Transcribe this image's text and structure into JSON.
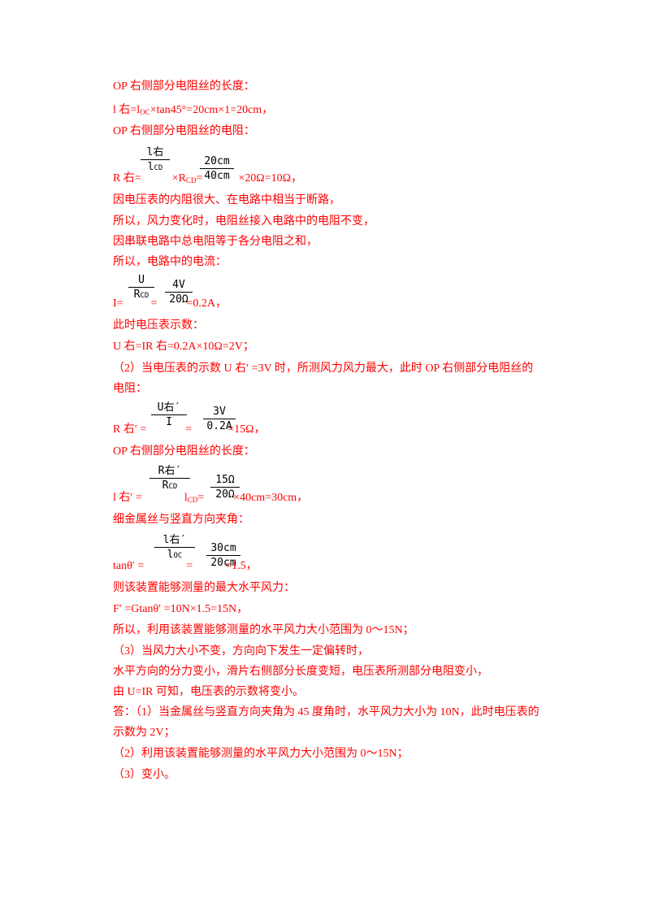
{
  "lines": [
    "OP 右侧部分电阻丝的长度：",
    "l 右=l",
    "OC",
    "×tan45°=20cm×1=20cm，",
    "OP 右侧部分电阻丝的电阻：",
    "R 右=",
    "×R",
    "CD",
    "=",
    "×20Ω=10Ω，",
    "因电压表的内阻很大、在电路中相当于断路，",
    "所以，风力变化时，电阻丝接入电路中的电阻不变，",
    "因串联电路中总电阻等于各分电阻之和，",
    "所以，电路中的电流：",
    "I=",
    "=",
    "=0.2A，",
    "此时电压表示数：",
    "U 右=IR 右=0.2A×10Ω=2V；",
    "（2）当电压表的示数 U 右′ =3V 时，所测风力风力最大，此时 OP 右侧部分电阻丝的",
    "电阻：",
    "R 右′ =",
    "=",
    "=15Ω，",
    "OP 右侧部分电阻丝的长度：",
    "l 右′ =",
    "l",
    "CD",
    "=",
    "×40cm=30cm，",
    "细金属丝与竖直方向夹角：",
    "tanθ′ =",
    "=",
    "=1.5，",
    "则该装置能够测量的最大水平风力：",
    "F′ =Gtanθ′ =10N×1.5=15N，",
    "所以，利用该装置能够测量的水平风力大小范围为 0～15N；",
    "（3）当风力大小不变，方向向下发生一定偏转时，",
    "水平方向的分力变小，滑片右侧部分长度变短，电压表所测部分电阻变小，",
    "由 U=IR 可知，电压表的示数将变小。",
    "答：（1）当金属丝与竖直方向夹角为 45 度角时，水平风力大小为 10N，此时电压表的",
    "示数为 2V；",
    "（2）利用该装置能够测量的水平风力大小范围为 0～15N；",
    "（3）变小。"
  ],
  "fractions": [
    {
      "num": "l右",
      "den": "l",
      "den_sub": "CD"
    },
    {
      "num": "20cm",
      "den": "40cm"
    },
    {
      "num": "U",
      "den": "R",
      "den_sub": "CD"
    },
    {
      "num": "4V",
      "den": "20Ω"
    },
    {
      "num": "U右′",
      "den": "I"
    },
    {
      "num": "3V",
      "den": "0.2A"
    },
    {
      "num": "R右′",
      "den": "R",
      "den_sub": "CD"
    },
    {
      "num": "15Ω",
      "den": "20Ω"
    },
    {
      "num": "l右′",
      "den": "l",
      "den_sub": "OC"
    },
    {
      "num": "30cm",
      "den": "20cm"
    }
  ]
}
